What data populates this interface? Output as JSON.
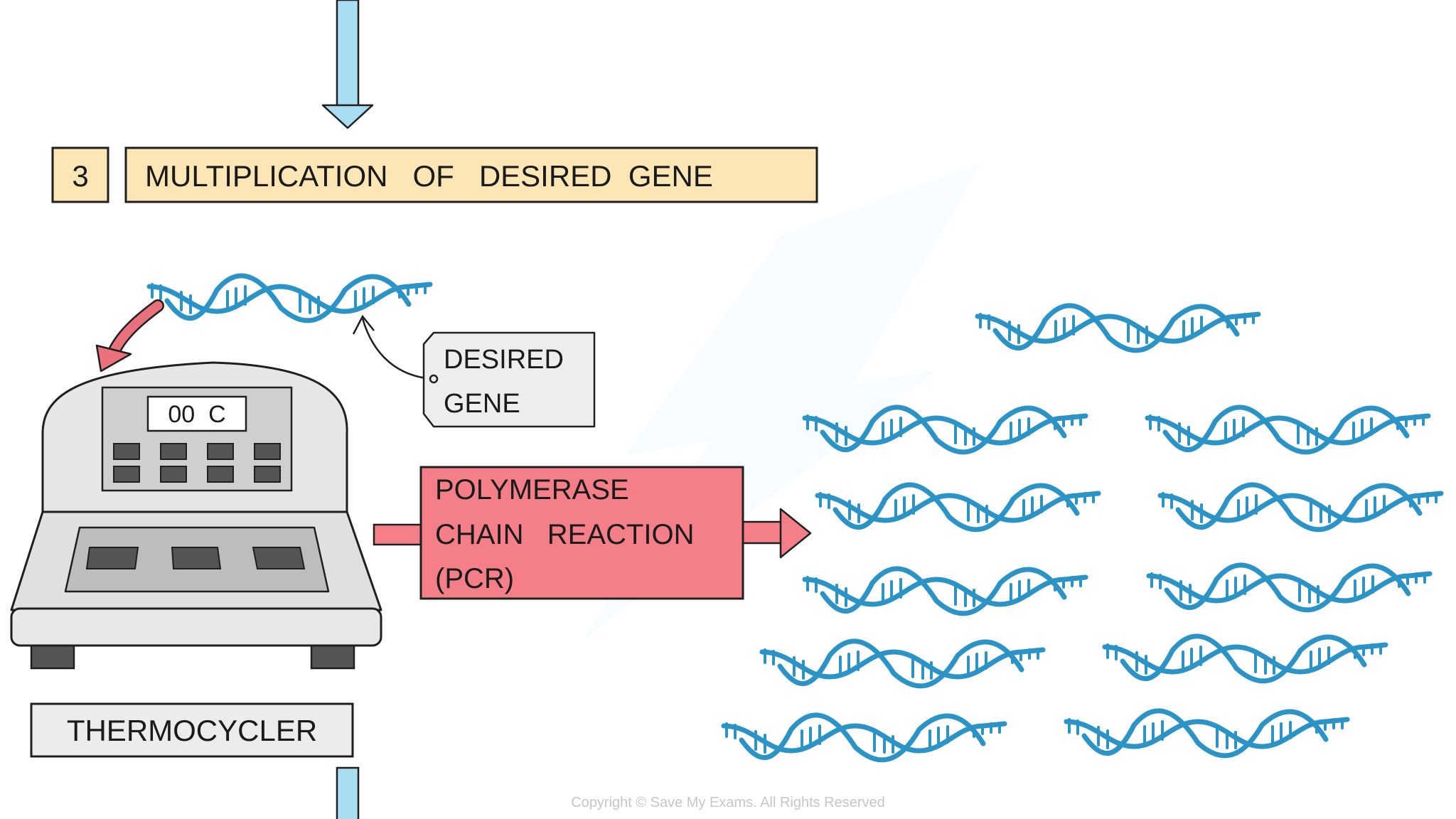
{
  "step": {
    "number": "3",
    "title": "MULTIPLICATION   OF   DESIRED  GENE"
  },
  "tag": {
    "line1": "DESIRED",
    "line2": "GENE"
  },
  "machine": {
    "display": "00  C",
    "label": "THERMOCYCLER"
  },
  "process": {
    "line1": "POLYMERASE",
    "line2": "CHAIN   REACTION",
    "line3": "(PCR)"
  },
  "footer": {
    "copyright": "Copyright © Save My Exams. All Rights Reserved"
  },
  "colors": {
    "step_box": "#fde6b6",
    "dna": "#2b93c6",
    "arrow_flow": "#a9ddf2",
    "pcr_box": "#f47f89",
    "pink_arrow": "#e8717c",
    "machine_body": "#e6e6e6",
    "tag_fill": "#ededed"
  },
  "icons": [
    "flow-arrow-down",
    "dna-helix",
    "curved-arrow",
    "thermocycler",
    "pcr-arrow-right"
  ]
}
